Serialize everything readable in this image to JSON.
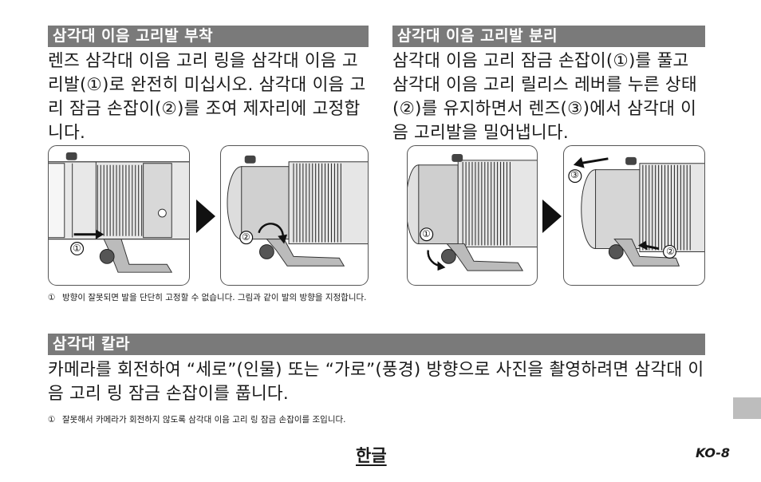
{
  "attach": {
    "heading": "삼각대 이음 고리발 부착",
    "body": "렌즈 삼각대 이음 고리 링을 삼각대 이음 고리발(①)로 완전히 미십시오. 삼각대 이음 고리 잠금 손잡이(②)를 조여 제자리에 고정합니다.",
    "note_mark": "①",
    "note": "방향이 잘못되면 발을 단단히 고정할 수 없습니다. 그림과 같이 발의 방향을 지정합니다.",
    "fig1_callout": "①",
    "fig2_callout": "②"
  },
  "detach": {
    "heading": "삼각대 이음 고리발 분리",
    "body": "삼각대 이음 고리 잠금 손잡이(①)를 풀고 삼각대 이음 고리 릴리스 레버를 누른 상태(②)를 유지하면서 렌즈(③)에서 삼각대 이음 고리발을 밀어냅니다.",
    "fig1_callout": "①",
    "fig2_callout_a": "③",
    "fig2_callout_b": "②"
  },
  "collar": {
    "heading": "삼각대 칼라",
    "body": "카메라를 회전하여 “세로”(인물) 또는 “가로”(풍경) 방향으로 사진을 촬영하려면 삼각대 이음 고리 링 잠금 손잡이를 풉니다.",
    "note_mark": "①",
    "note": "잘못해서 카메라가 회전하지 않도록 삼각대 이음 고리 링 잠금 손잡이를 조입니다."
  },
  "footer": {
    "language": "한글",
    "page": "KO-8"
  }
}
